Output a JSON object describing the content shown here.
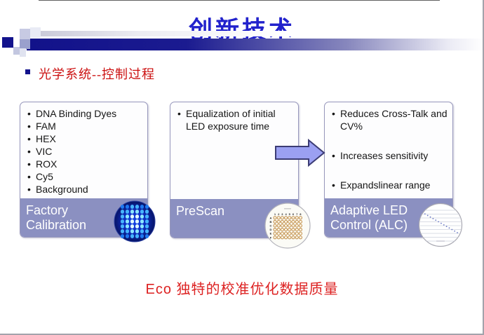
{
  "slide": {
    "title": "创新技术",
    "section_bullet": "光学系统--控制过程",
    "footer": "Eco 独特的校准优化数据质量"
  },
  "boxes": [
    {
      "label": "Factory Calibration",
      "items": [
        "DNA Binding Dyes",
        "FAM",
        "HEX",
        "VIC",
        "ROX",
        "Cy5",
        "Background"
      ],
      "image": "blue-led-matrix"
    },
    {
      "label": "PreScan",
      "items": [
        "Equalization of initial LED exposure time"
      ],
      "image": "48-well-plate"
    },
    {
      "label": "Adaptive LED Control (ALC)",
      "items": [
        "Reduces Cross-Talk and CV%",
        "Increases sensitivity",
        "Expandslinear range"
      ],
      "image": "linearity-scatter-plot"
    }
  ],
  "plate": {
    "col_labels": [
      "1",
      "2",
      "3",
      "4",
      "5",
      "6",
      "7",
      "8"
    ],
    "row_labels": [
      "A",
      "B",
      "C",
      "D",
      "E",
      "F"
    ]
  },
  "colors": {
    "title_blue": "#2222cc",
    "accent_red": "#cc1111",
    "footer_red": "#dd2222",
    "navy": "#13138c",
    "band_purple": "#8b90c1",
    "box_border": "#9898bc",
    "arrow_fill": "#9ba0f2",
    "arrow_border": "#3c3c74"
  }
}
